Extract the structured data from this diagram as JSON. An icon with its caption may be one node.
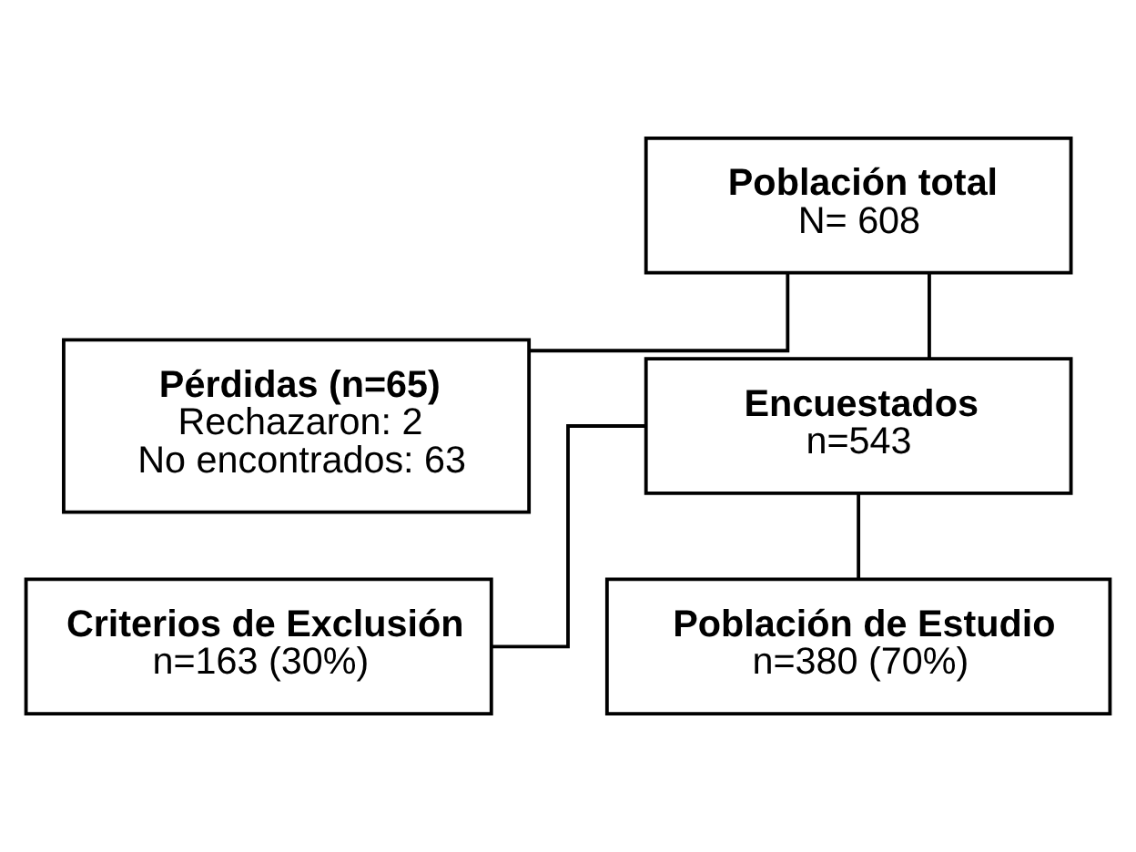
{
  "diagram": {
    "nodes": [
      {
        "text": [
          "Población total",
          "N= 608"
        ]
      },
      {
        "text": [
          "Pérdidas (n=65)",
          "Rechazaron: 2",
          "No encontrados: 63"
        ]
      },
      {
        "text": [
          "Encuestados",
          "n=543"
        ]
      },
      {
        "text": [
          "Criterios de Exclusión",
          "n=163 (30%)"
        ]
      },
      {
        "text": [
          "Población de Estudio",
          "n=380 (70%)"
        ]
      }
    ],
    "edges": [
      {
        "from": 0,
        "to": 2,
        "arrow": "none"
      },
      {
        "from": 0,
        "to": 1,
        "arrow": "none"
      },
      {
        "from": 2,
        "to": 4,
        "arrow": "none"
      },
      {
        "from": 2,
        "to": 3,
        "arrow": "none"
      }
    ]
  }
}
